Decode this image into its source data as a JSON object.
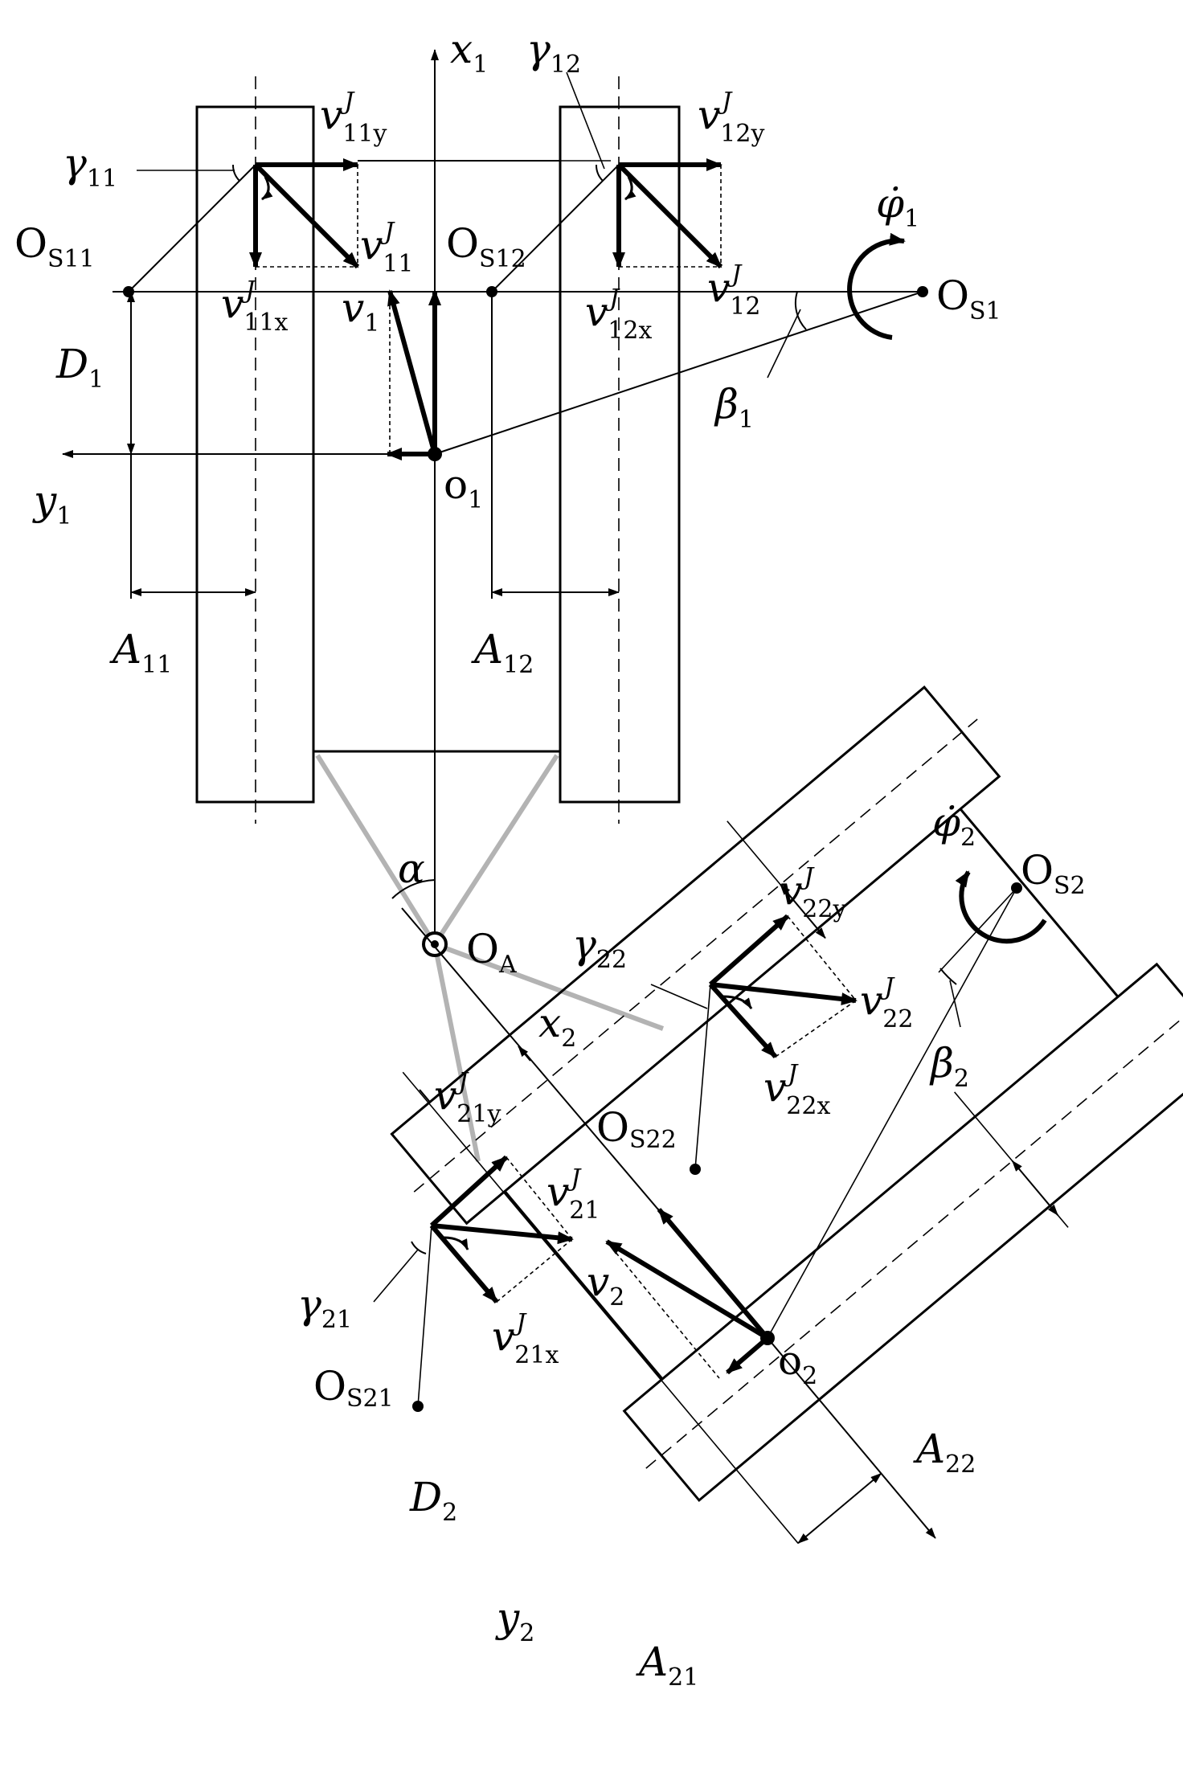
{
  "colors": {
    "ink": "#000000",
    "link": "#b3b3b3",
    "paper": "#ffffff"
  },
  "labels": {
    "x1": "x",
    "x1_sub": "1",
    "y1": "y",
    "y1_sub": "1",
    "o1": "o",
    "o1_sub": "1",
    "gamma11": "γ",
    "gamma11_sub": "11",
    "gamma12": "γ",
    "gamma12_sub": "12",
    "v11y": "v",
    "v11y_sup": "J",
    "v11y_sub": "11y",
    "v12y": "v",
    "v12y_sup": "J",
    "v12y_sub": "12y",
    "v11": "v",
    "v11_sup": "J",
    "v11_sub": "11",
    "v12": "v",
    "v12_sup": "J",
    "v12_sub": "12",
    "v11x": "v",
    "v11x_sup": "J",
    "v11x_sub": "11x",
    "v12x": "v",
    "v12x_sup": "J",
    "v12x_sub": "12x",
    "v1": "v",
    "v1_sub": "1",
    "os11": "O",
    "os11_sub": "S11",
    "os12": "O",
    "os12_sub": "S12",
    "os1": "O",
    "os1_sub": "S1",
    "phi1": "φ̇",
    "phi1_sub": "1",
    "beta1": "β",
    "beta1_sub": "1",
    "d1": "D",
    "d1_sub": "1",
    "a11": "A",
    "a11_sub": "11",
    "a12": "A",
    "a12_sub": "12",
    "alpha": "α",
    "oa": "O",
    "oa_sub": "A",
    "phi2": "φ̇",
    "phi2_sub": "2",
    "os2": "O",
    "os2_sub": "S2",
    "gamma22": "γ",
    "gamma22_sub": "22",
    "v22y": "v",
    "v22y_sup": "J",
    "v22y_sub": "22y",
    "v22": "v",
    "v22_sup": "J",
    "v22_sub": "22",
    "v22x": "v",
    "v22x_sup": "J",
    "v22x_sub": "22x",
    "beta2": "β",
    "beta2_sub": "2",
    "x2": "x",
    "x2_sub": "2",
    "os22": "O",
    "os22_sub": "S22",
    "v21y": "v",
    "v21y_sup": "J",
    "v21y_sub": "21y",
    "v21": "v",
    "v21_sup": "J",
    "v21_sub": "21",
    "v2": "v",
    "v2_sub": "2",
    "gamma21": "γ",
    "gamma21_sub": "21",
    "v21x": "v",
    "v21x_sup": "J",
    "v21x_sub": "21x",
    "o2": "o",
    "o2_sub": "2",
    "os21": "O",
    "os21_sub": "S21",
    "a22": "A",
    "a22_sub": "22",
    "d2": "D",
    "d2_sub": "2",
    "y2": "y",
    "y2_sub": "2",
    "a21": "A",
    "a21_sub": "21"
  }
}
